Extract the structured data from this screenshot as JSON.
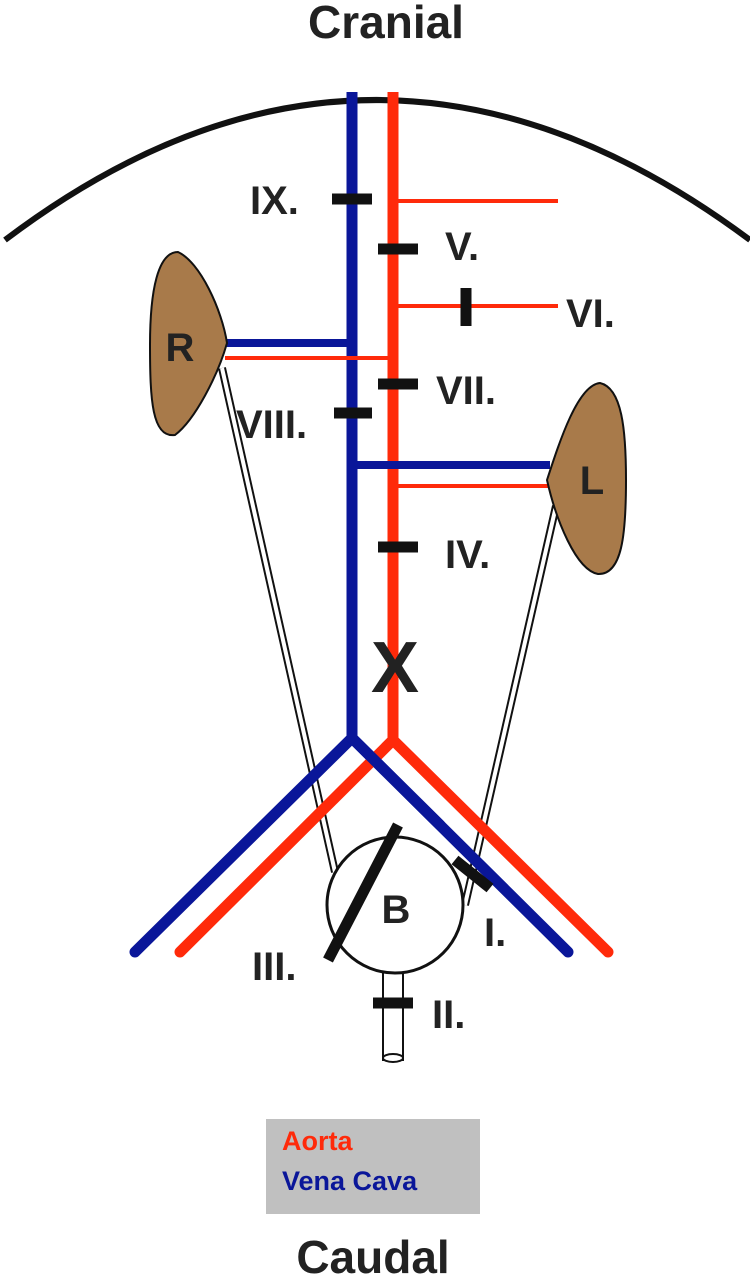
{
  "labels": {
    "top": "Cranial",
    "bottom": "Caudal",
    "right_kidney": "R",
    "left_kidney": "L",
    "bladder": "B",
    "center_mark": "X"
  },
  "ligations": {
    "I": "I.",
    "II": "II.",
    "III": "III.",
    "IV": "IV.",
    "V": "V.",
    "VI": "VI.",
    "VII": "VII.",
    "VIII": "VIII.",
    "IX": "IX."
  },
  "legend": {
    "aorta": "Aorta",
    "vena_cava": "Vena Cava"
  },
  "colors": {
    "aorta": "#ff2a0a",
    "vena_cava": "#0a1699",
    "kidney": "#a87a4a",
    "legend_bg": "#c0c0c0",
    "ink": "#111111"
  }
}
